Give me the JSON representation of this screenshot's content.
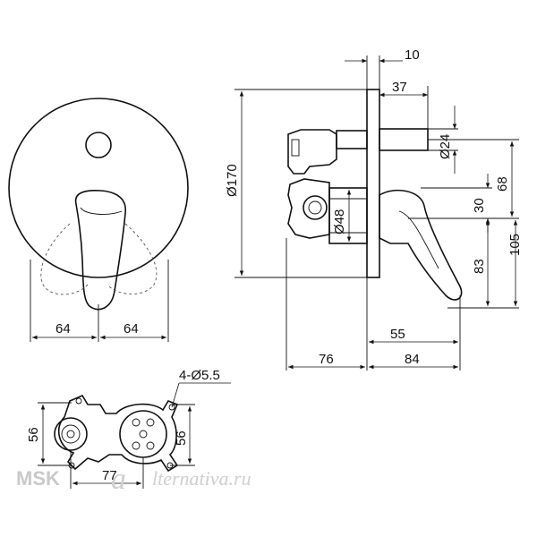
{
  "labels": {
    "front_left_width": "64",
    "front_right_width": "64",
    "flange_thickness": "10",
    "cartridge_offset": "37",
    "outlet_diameter": "Ø24",
    "flange_diameter": "Ø170",
    "body_diameter": "Ø48",
    "dim_68": "68",
    "dim_30": "30",
    "dim_83": "83",
    "dim_105": "105",
    "dim_55": "55",
    "dim_76": "76",
    "dim_84": "84",
    "bracket_holes": "4-Ø5.5",
    "bracket_height_left": "56",
    "bracket_height_right": "56",
    "bracket_width": "77"
  },
  "watermark": {
    "brand": "MSK",
    "site": "lternativa.ru"
  }
}
